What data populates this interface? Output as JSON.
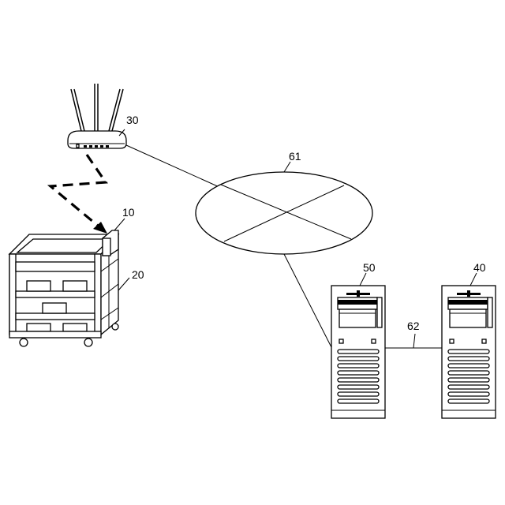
{
  "labels": {
    "tag": "10",
    "cart": "20",
    "router": "30",
    "server_right": "40",
    "server_left": "50",
    "network": "61",
    "link": "62"
  }
}
